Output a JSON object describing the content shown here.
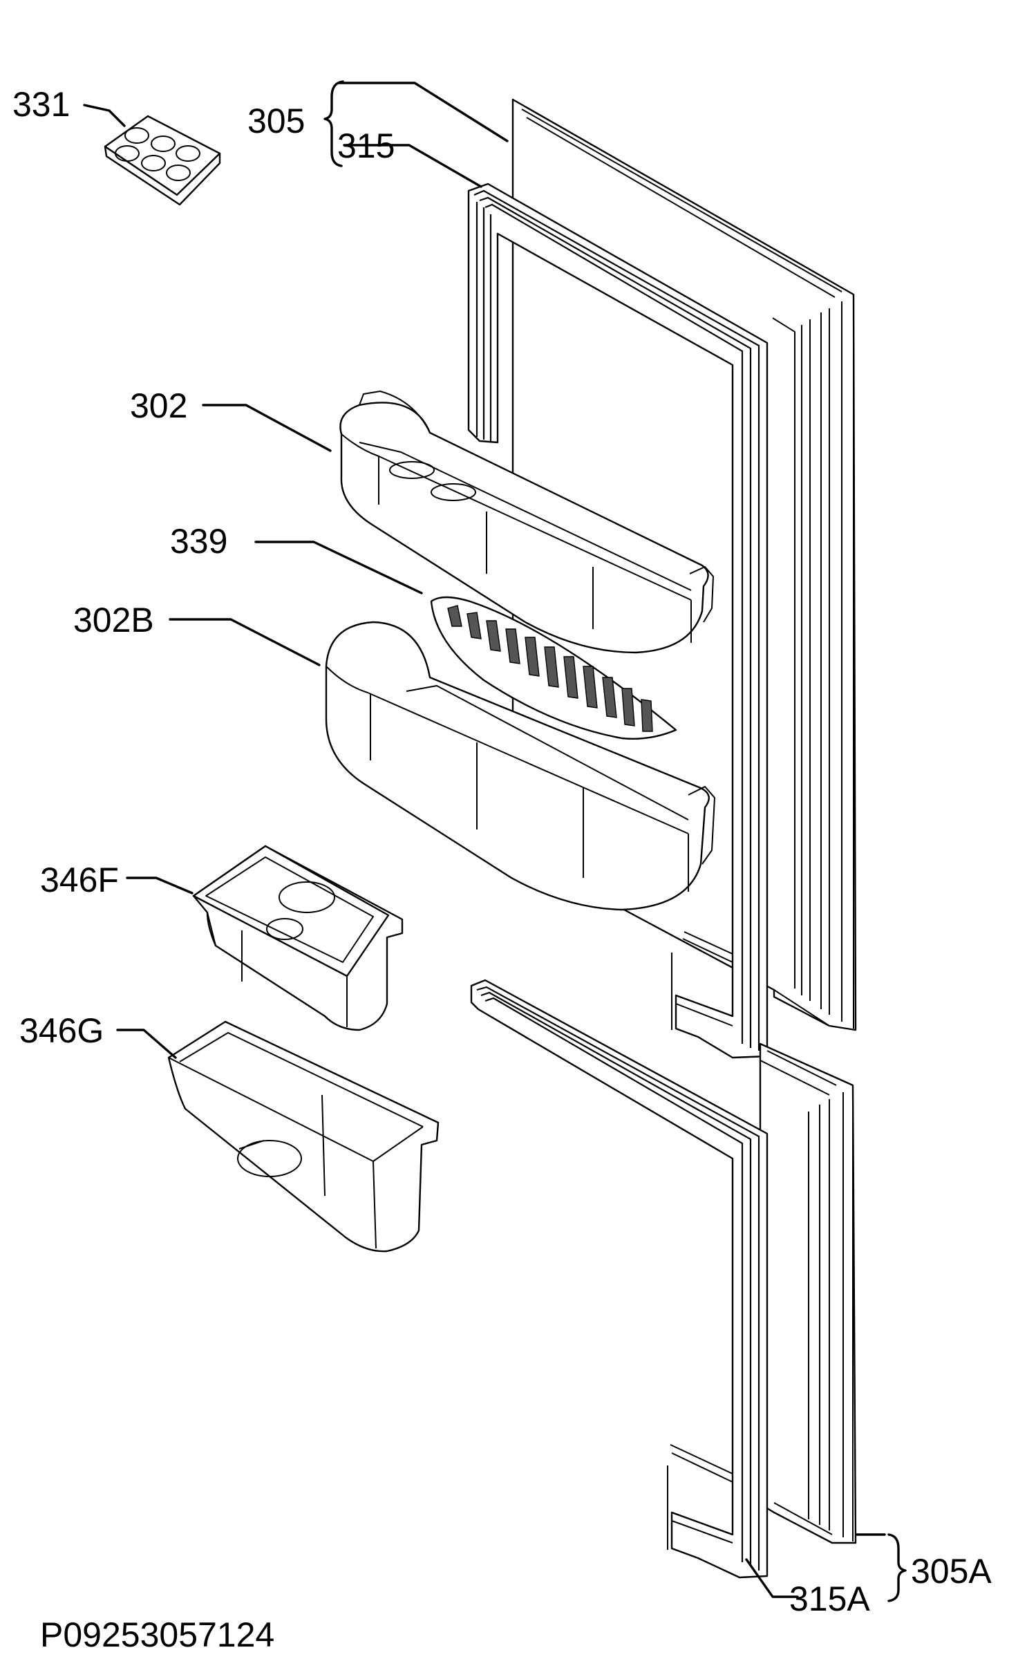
{
  "labels": {
    "p331": "331",
    "p305": "305",
    "p315": "315",
    "p302": "302",
    "p339": "339",
    "p302b": "302B",
    "p346f": "346F",
    "p346g": "346G",
    "p305a": "305A",
    "p315a": "315A"
  },
  "diagram_code": "P09253057124"
}
